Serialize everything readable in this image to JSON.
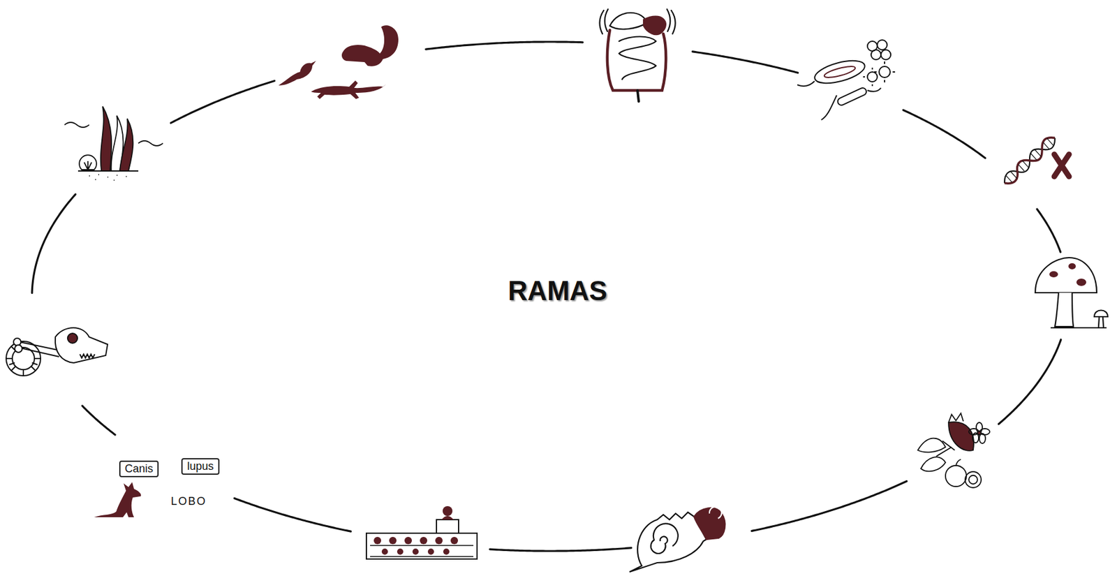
{
  "diagram": {
    "title": "RAMAS",
    "nodes": [
      {
        "text": [
          "Canis"
        ]
      },
      {
        "text": [
          "lupus"
        ]
      }
    ],
    "edges": [],
    "labels": [
      "LOBO"
    ]
  }
}
